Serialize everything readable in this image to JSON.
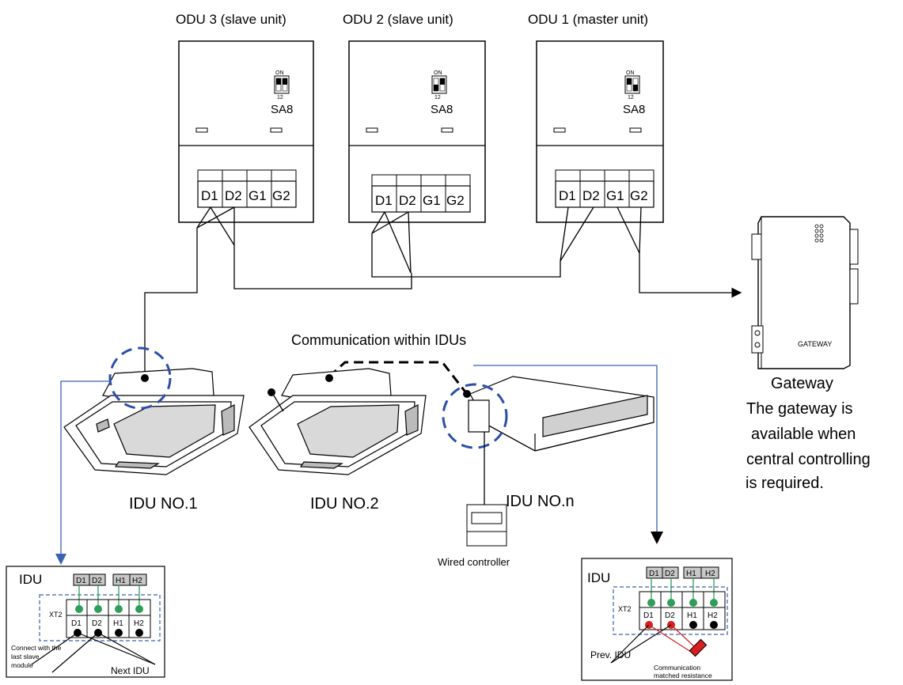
{
  "odus": [
    {
      "title": "ODU 3 (slave unit)",
      "switch_on": "ON",
      "switch_nums": "12",
      "switch_label": "SA8",
      "terminals": [
        "D1",
        "D2",
        "G1",
        "G2"
      ]
    },
    {
      "title": "ODU 2 (slave unit)",
      "switch_on": "ON",
      "switch_nums": "12",
      "switch_label": "SA8",
      "terminals": [
        "D1",
        "D2",
        "G1",
        "G2"
      ]
    },
    {
      "title": "ODU 1 (master unit)",
      "switch_on": "ON",
      "switch_nums": "12",
      "switch_label": "SA8",
      "terminals": [
        "D1",
        "D2",
        "G1",
        "G2"
      ]
    }
  ],
  "gateway": {
    "device_label": "GATEWAY",
    "title": "Gateway",
    "note_lines": [
      "The gateway is",
      "available when",
      "central controlling",
      "is required."
    ]
  },
  "idu_comm_label": "Communication within IDUs",
  "idu_labels": [
    "IDU NO.1",
    "IDU NO.2",
    "IDU NO.n"
  ],
  "wired_controller_label": "Wired controller",
  "detail_left": {
    "title": "IDU",
    "top_terminals": [
      "D1",
      "D2",
      "H1",
      "H2"
    ],
    "block_label": "XT2",
    "bottom_terminals": [
      "D1",
      "D2",
      "H1",
      "H2"
    ],
    "note_lines": [
      "Connect with the",
      "last slave",
      "module"
    ],
    "next_label": "Next IDU"
  },
  "detail_right": {
    "title": "IDU",
    "top_terminals": [
      "D1",
      "D2",
      "H1",
      "H2"
    ],
    "block_label": "XT2",
    "bottom_terminals": [
      "D1",
      "D2",
      "H1",
      "H2"
    ],
    "prev_label": "Prev. IDU",
    "resistance_lines": [
      "Communication",
      "matched resistance"
    ]
  },
  "colors": {
    "line": "#000000",
    "blue_line": "#3a62b0",
    "dashed_circle": "#2b4ea8",
    "terminal_green": "#2e9e5b",
    "resistor_red": "#d81e1e",
    "grey_terminal": "#c8c8c8"
  }
}
